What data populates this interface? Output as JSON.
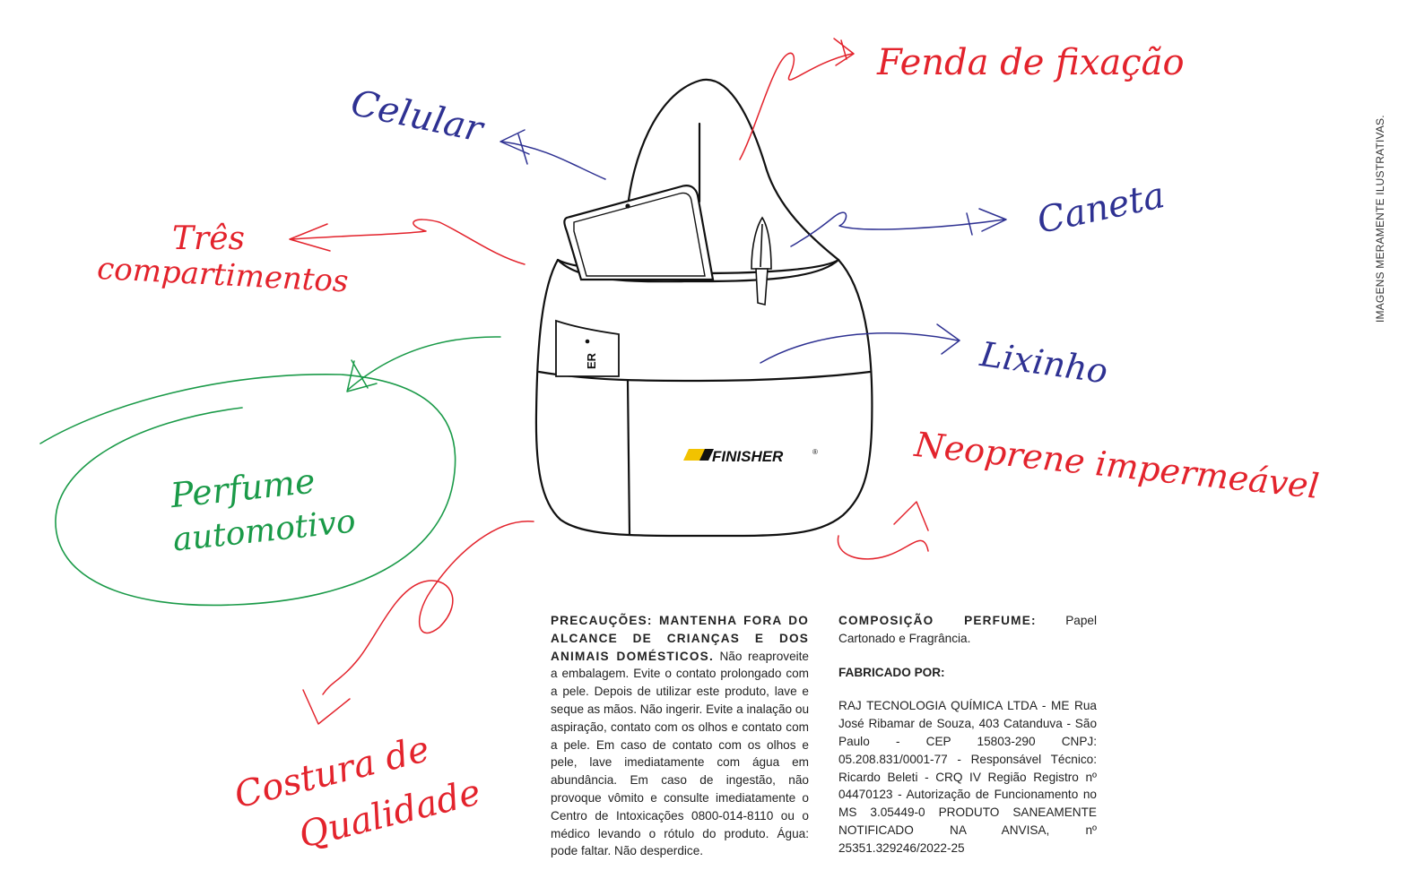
{
  "labels": {
    "fenda": "Fenda de fixação",
    "celular": "Celular",
    "caneta": "Caneta",
    "tres_1": "Três",
    "tres_2": "compartimentos",
    "lixinho": "Lixinho",
    "perfume_1": "Perfume",
    "perfume_2": "automotivo",
    "neoprene": "Neoprene impermeável",
    "costura_1": "Costura de",
    "costura_2": "Qualidade"
  },
  "brand": {
    "name": "FINISHER",
    "mark": "®",
    "card_text": "ER"
  },
  "side_note": "IMAGENS MERAMENTE ILUSTRATIVAS.",
  "precautions": {
    "heading": "PRECAUÇÕES: MANTENHA FORA DO ALCANCE DE CRIANÇAS E DOS ANIMAIS DOMÉSTICOS.",
    "body": "Não reaproveite a embalagem. Evite o contato prolongado com a pele. Depois de utilizar este produto, lave e seque as mãos. Não ingerir. Evite a inalação ou aspiração, contato com os olhos e contato com a pele. Em caso de contato com os olhos e pele, lave imediatamente com água em abundância. Em caso de ingestão, não provoque vômito e consulte imediatamente o Centro de Intoxicações 0800-014-8110 ou o médico levando o rótulo do produto. Água: pode faltar. Não desperdice."
  },
  "composition": {
    "heading": "COMPOSIÇÃO PERFUME:",
    "body": "Papel Cartonado e Fragrância."
  },
  "manufacturer": {
    "heading": "FABRICADO POR:",
    "body": "RAJ TECNOLOGIA QUÍMICA LTDA - ME Rua José Ribamar de Souza, 403 Catanduva - São Paulo - CEP 15803-290 CNPJ: 05.208.831/0001-77 - Responsável Técnico: Ricardo Beleti - CRQ IV Região Registro nº 04470123 - Autorização de Funcionamento no MS 3.05449-0 PRODUTO SANEAMENTE NOTIFICADO NA ANVISA, nº 25351.329246/2022-25"
  },
  "colors": {
    "red": "#e3232c",
    "blue": "#2e3192",
    "green": "#1a9a48",
    "outline": "#111111",
    "brand_yellow": "#f2c200"
  }
}
